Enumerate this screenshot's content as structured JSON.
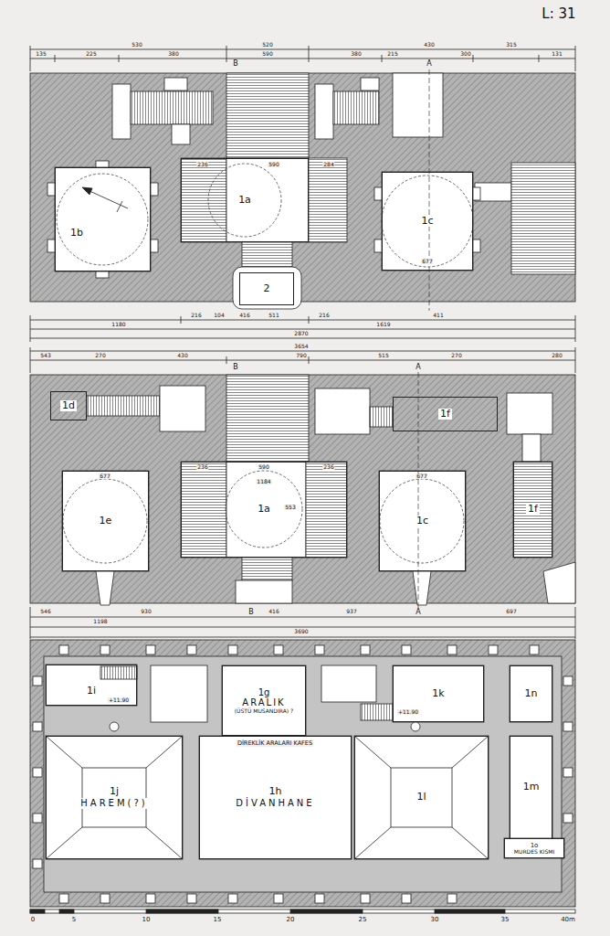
{
  "diagram": {
    "nodes": [
      {
        "text": [
          "1b"
        ]
      },
      {
        "text": [
          "1a"
        ]
      },
      {
        "text": [
          "1c"
        ]
      },
      {
        "text": [
          "2"
        ]
      },
      {
        "text": [
          "1d"
        ]
      },
      {
        "text": [
          "1e"
        ]
      },
      {
        "text": [
          "1a"
        ]
      },
      {
        "text": [
          "1c"
        ]
      },
      {
        "text": [
          "1f"
        ]
      },
      {
        "text": [
          "1f"
        ]
      },
      {
        "text": [
          "1i"
        ]
      },
      {
        "text": [
          "1g",
          "ARALIK",
          "(ÜSTÜ MUSANDIRA) ?"
        ]
      },
      {
        "text": [
          "1k"
        ]
      },
      {
        "text": [
          "1n"
        ]
      },
      {
        "text": [
          "1j",
          "HAREM(?)"
        ]
      },
      {
        "text": [
          "1h",
          "DİVANHANE"
        ]
      },
      {
        "text": [
          "1l"
        ]
      },
      {
        "text": [
          "1m"
        ]
      },
      {
        "text": [
          "1o",
          "MURDES KISMI"
        ]
      }
    ],
    "labels": [
      "L: 31",
      "530",
      "520",
      "430",
      "315",
      "135",
      "225",
      "380",
      "590",
      "380",
      "215",
      "300",
      "131",
      "B",
      "A",
      "236",
      "590",
      "284",
      "677",
      "216",
      "104",
      "416",
      "511",
      "216",
      "411",
      "1180",
      "1619",
      "2870",
      "3654",
      "543",
      "270",
      "430",
      "790",
      "515",
      "270",
      "280",
      "B",
      "A",
      "236",
      "590",
      "236",
      "1184",
      "553",
      "677",
      "677",
      "546",
      "930",
      "416",
      "937",
      "697",
      "1198",
      "3690",
      "B",
      "A",
      "DİREKLİK ARALARI KAFES",
      "+11.90",
      "+11.90",
      "0",
      "5",
      "10",
      "15",
      "20",
      "25",
      "30",
      "35",
      "40m"
    ]
  }
}
